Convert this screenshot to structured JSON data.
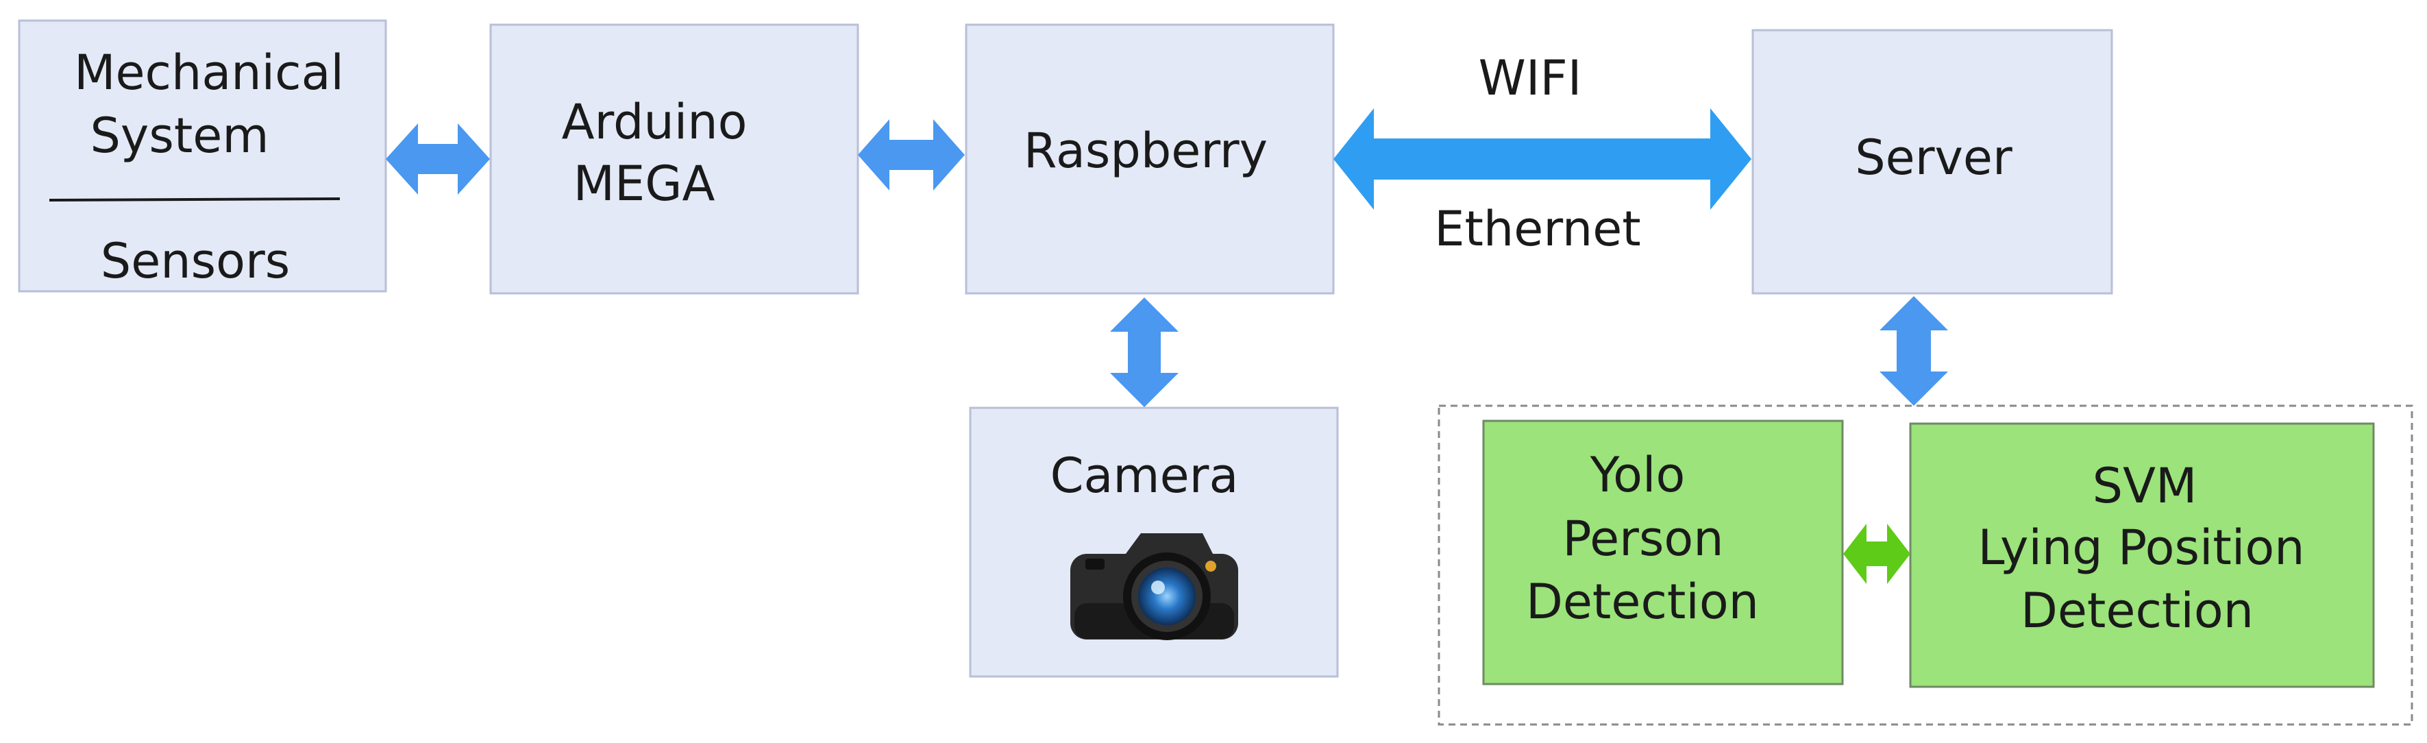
{
  "colors": {
    "box_fill": "#e3e9f6",
    "box_stroke": "#b8c0d8",
    "green_fill": "#9be37a",
    "green_stroke": "#6f8a64",
    "arrow_blue": "#4a98f0",
    "arrow_blue_strong": "#2f9ef2",
    "arrow_green": "#5ecb18",
    "container_stroke": "#8a8a8a"
  },
  "nodes": {
    "mechanical": {
      "line1": "Mechanical",
      "line2": "System",
      "line3": "Sensors"
    },
    "arduino": {
      "line1": "Arduino",
      "line2": "MEGA"
    },
    "raspberry": {
      "label": "Raspberry"
    },
    "server": {
      "label": "Server"
    },
    "camera": {
      "label": "Camera",
      "icon": "camera-icon"
    },
    "yolo": {
      "line1": "Yolo",
      "line2": "Person",
      "line3": "Detection"
    },
    "svm": {
      "line1": "SVM",
      "line2": "Lying Position",
      "line3": "Detection"
    }
  },
  "edges": {
    "network": {
      "top_label": "WIFI",
      "bottom_label": "Ethernet"
    }
  }
}
